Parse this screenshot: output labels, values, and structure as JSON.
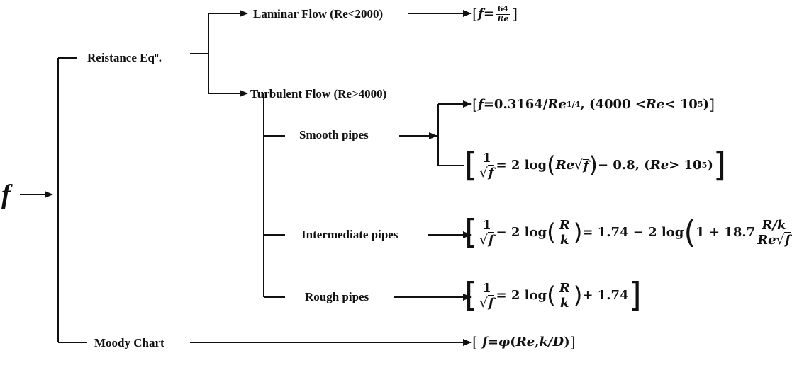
{
  "root": {
    "symbol": "f"
  },
  "branches": {
    "resistance": {
      "label": "Reistance Eq",
      "sup": "n",
      "suffix": "."
    },
    "moody": {
      "label": "Moody Chart"
    },
    "laminar": {
      "label": "Laminar Flow (Re<2000)"
    },
    "turbulent": {
      "label": "Turbulent Flow (Re>4000)"
    },
    "smooth": {
      "label": "Smooth pipes"
    },
    "intermediate": {
      "label": "Intermediate pipes"
    },
    "rough": {
      "label": "Rough pipes"
    }
  },
  "equations": {
    "laminar": {
      "lhs": "f",
      "eq": " = ",
      "num": "64",
      "den": "Re"
    },
    "smooth1": {
      "lhs": "f",
      "eq": " =  ",
      "body": "0.3164/",
      "re": "Re",
      "exp_num": "1",
      "exp_den": "4",
      "cond_pre": ", (4000 < ",
      "cond_re": "Re",
      "cond_post": " < 10",
      "cond_exp": "5",
      "cond_close": ")"
    },
    "smooth2": {
      "num": "1",
      "den_f": "f",
      "eq": " = 2 log",
      "re": "Re",
      "sq_f": "f",
      "tail": " − 0.8, (",
      "cond_re": "Re",
      "cond_post": " > 10",
      "cond_exp": "5",
      "cond_close": ")"
    },
    "intermediate": {
      "num": "1",
      "den_f": "f",
      "mid": " − 2 log",
      "R": "R",
      "k": "k",
      "eq": " = 1.74 − 2 log",
      "one": "1 + 18.7",
      "rk": "R/k",
      "re": "Re",
      "sq_f": "f"
    },
    "rough": {
      "num": "1",
      "den_f": "f",
      "eq": " = 2 log",
      "R": "R",
      "k": "k",
      "tail": " + 1.74"
    },
    "moody": {
      "lhs": "f",
      "eq": " = ",
      "phi": "φ",
      "args_open": "(",
      "re": "Re",
      "sep": ", ",
      "kd": "k/D",
      "args_close": " )"
    }
  }
}
